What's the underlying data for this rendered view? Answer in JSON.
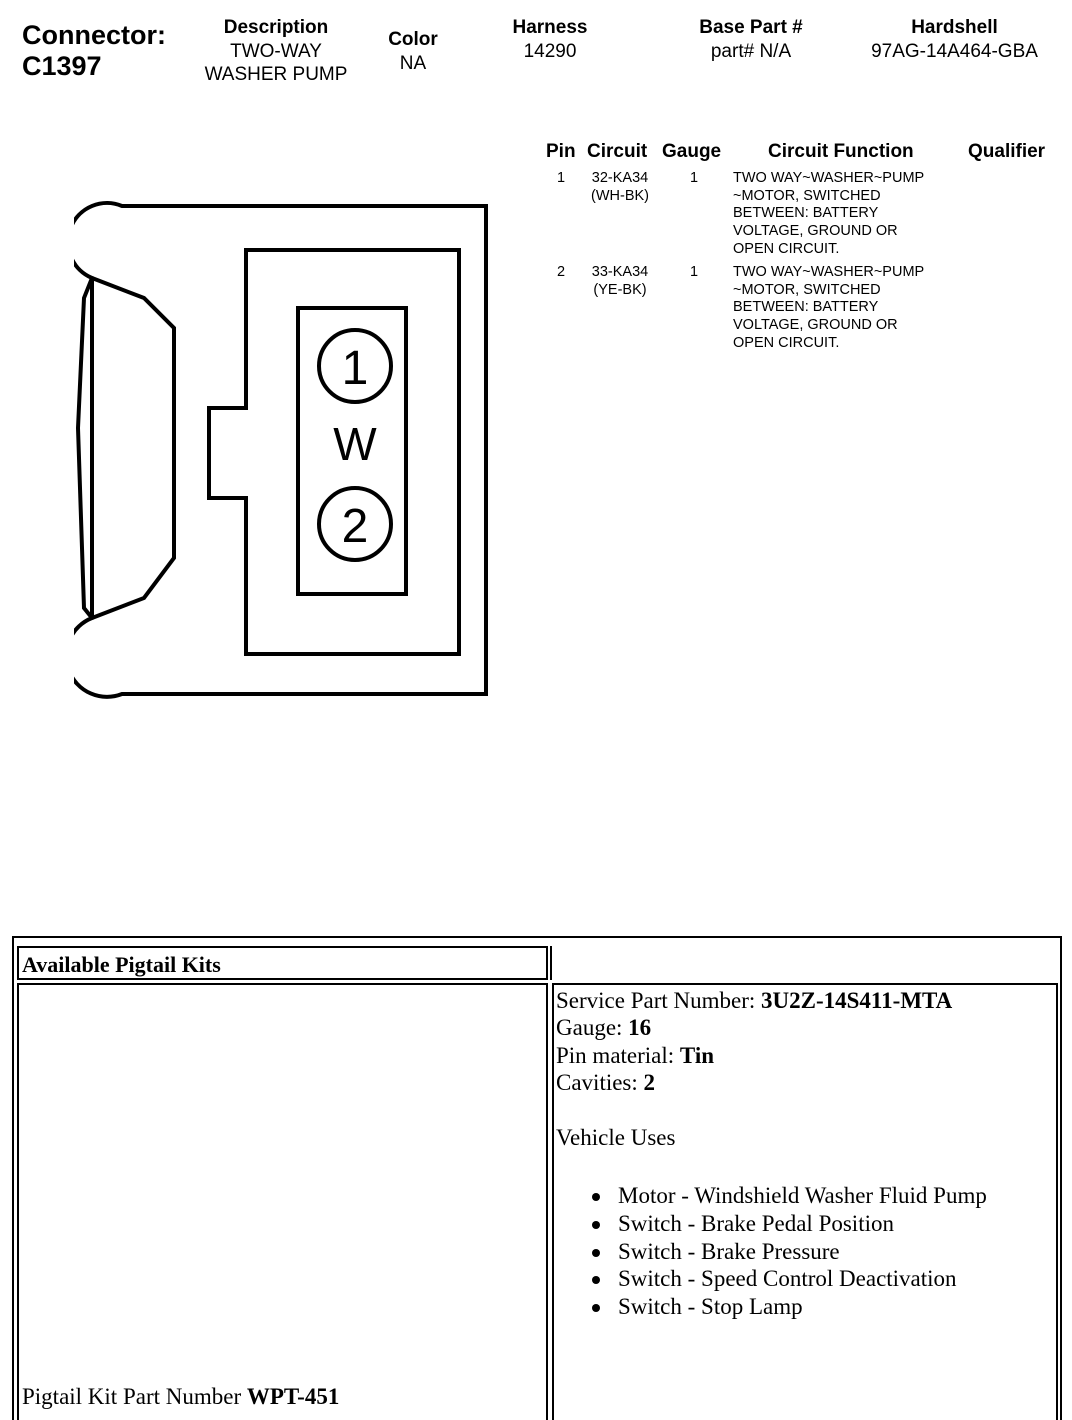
{
  "header": {
    "connector_label": "Connector:",
    "connector_id": "C1397",
    "description_label": "Description",
    "description_line1": "TWO-WAY",
    "description_line2": "WASHER PUMP",
    "color_label": "Color",
    "color_value": "NA",
    "harness_label": "Harness",
    "harness_value": "14290",
    "base_part_label": "Base Part #",
    "base_part_value": "part# N/A",
    "hardshell_label": "Hardshell",
    "hardshell_value": "97AG-14A464-GBA"
  },
  "pin_table": {
    "headers": {
      "pin": "Pin",
      "circuit": "Circuit",
      "gauge": "Gauge",
      "function": "Circuit Function",
      "qualifier": "Qualifier"
    },
    "rows": [
      {
        "pin": "1",
        "circuit_line1": "32-KA34",
        "circuit_line2": "(WH-BK)",
        "gauge": "1",
        "function_lines": [
          "TWO WAY~WASHER~PUMP",
          "~MOTOR, SWITCHED",
          "BETWEEN: BATTERY",
          "VOLTAGE, GROUND OR",
          "OPEN CIRCUIT."
        ]
      },
      {
        "pin": "2",
        "circuit_line1": "33-KA34",
        "circuit_line2": "(YE-BK)",
        "gauge": "1",
        "function_lines": [
          "TWO WAY~WASHER~PUMP",
          "~MOTOR, SWITCHED",
          "BETWEEN: BATTERY",
          "VOLTAGE, GROUND OR",
          "OPEN CIRCUIT."
        ]
      }
    ]
  },
  "diagram": {
    "pin1_label": "1",
    "pin2_label": "2",
    "key_label": "W"
  },
  "pigtail": {
    "heading": "Available Pigtail Kits",
    "service_part_label": "Service Part Number: ",
    "service_part_value": "3U2Z-14S411-MTA",
    "gauge_label": "Gauge: ",
    "gauge_value": "16",
    "pin_material_label": "Pin material: ",
    "pin_material_value": "Tin",
    "cavities_label": "Cavities: ",
    "cavities_value": "2",
    "vehicle_uses_label": "Vehicle Uses",
    "vehicle_uses": [
      "Motor - Windshield Washer Fluid Pump",
      "Switch - Brake Pedal Position",
      "Switch - Brake Pressure",
      "Switch - Speed Control Deactivation",
      "Switch - Stop Lamp"
    ],
    "kit_part_label": "Pigtail Kit Part Number ",
    "kit_part_value": "WPT-451"
  }
}
